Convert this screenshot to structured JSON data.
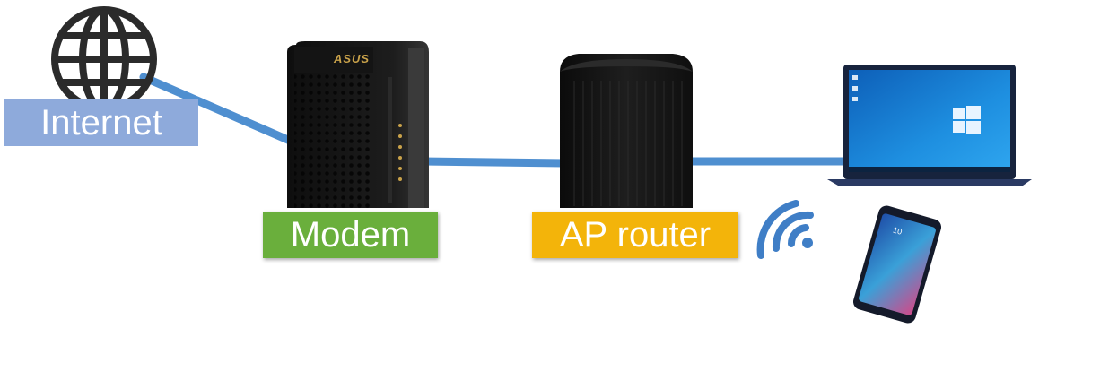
{
  "labels": {
    "internet": "Internet",
    "modem": "Modem",
    "router": "AP router"
  },
  "brand": "ASUS",
  "icons": [
    "globe-icon",
    "wifi-icon",
    "modem-device",
    "router-device",
    "laptop-device",
    "phone-device",
    "windows-logo"
  ],
  "colors": {
    "cable": "#4f8fd0",
    "internet_label_bg": "#8eaadb",
    "modem_label_bg": "#6aaf3c",
    "router_label_bg": "#f3b40a",
    "wifi": "#3f7ec6",
    "device_body": "#1c1c1c",
    "laptop_screen": "#1e88d8",
    "brand_gold": "#c9a24a"
  }
}
